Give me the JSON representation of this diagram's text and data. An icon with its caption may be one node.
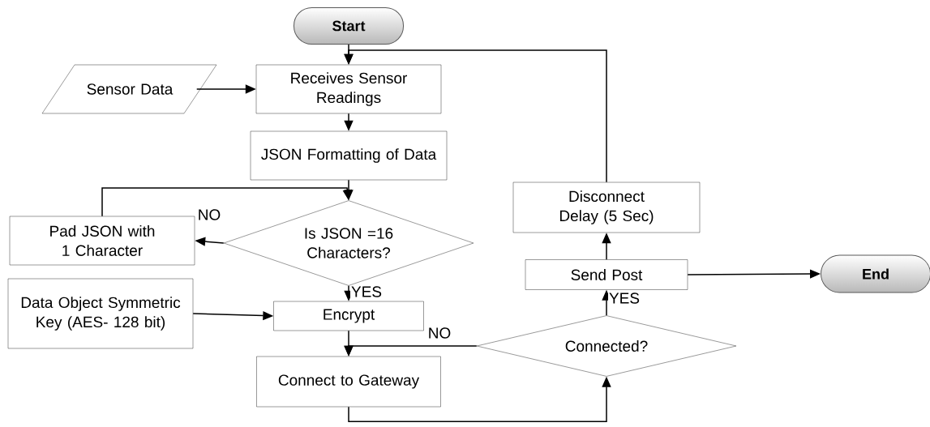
{
  "diagram": {
    "nodes": [
      {
        "text": [
          "Start"
        ]
      },
      {
        "text": [
          "Sensor Data"
        ]
      },
      {
        "text": [
          "Receives Sensor Readings"
        ]
      },
      {
        "text": [
          "JSON Formatting of Data"
        ]
      },
      {
        "text": [
          "Is JSON =16 Characters?"
        ]
      },
      {
        "text": [
          "Pad JSON with 1 Character"
        ]
      },
      {
        "text": [
          "Data Object Symmetric Key (AES- 128 bit)"
        ]
      },
      {
        "text": [
          "Encrypt"
        ]
      },
      {
        "text": [
          "Connect to Gateway"
        ]
      },
      {
        "text": [
          "Connected?"
        ]
      },
      {
        "text": [
          "Send Post"
        ]
      },
      {
        "text": [
          "Disconnect Delay (5 Sec)"
        ]
      },
      {
        "text": [
          "End"
        ]
      }
    ],
    "edges": [
      {
        "from": 0,
        "to": 2,
        "arrow": "to"
      },
      {
        "from": 1,
        "to": 2,
        "arrow": "to"
      },
      {
        "from": 2,
        "to": 3,
        "arrow": "to"
      },
      {
        "from": 3,
        "to": 4,
        "arrow": "to"
      },
      {
        "from": 4,
        "to": 5,
        "arrow": "to",
        "label": "NO"
      },
      {
        "from": 5,
        "to": 4,
        "arrow": "to"
      },
      {
        "from": 4,
        "to": 7,
        "arrow": "to",
        "label": "YES"
      },
      {
        "from": 6,
        "to": 7,
        "arrow": "to"
      },
      {
        "from": 7,
        "to": 8,
        "arrow": "to"
      },
      {
        "from": 9,
        "to": 8,
        "arrow": "to",
        "label": "NO"
      },
      {
        "from": 8,
        "to": 9,
        "arrow": "to"
      },
      {
        "from": 9,
        "to": 10,
        "arrow": "to",
        "label": "YES"
      },
      {
        "from": 10,
        "to": 11,
        "arrow": "to"
      },
      {
        "from": 10,
        "to": 12,
        "arrow": "to"
      },
      {
        "from": 11,
        "to": 2,
        "arrow": "to"
      }
    ]
  }
}
